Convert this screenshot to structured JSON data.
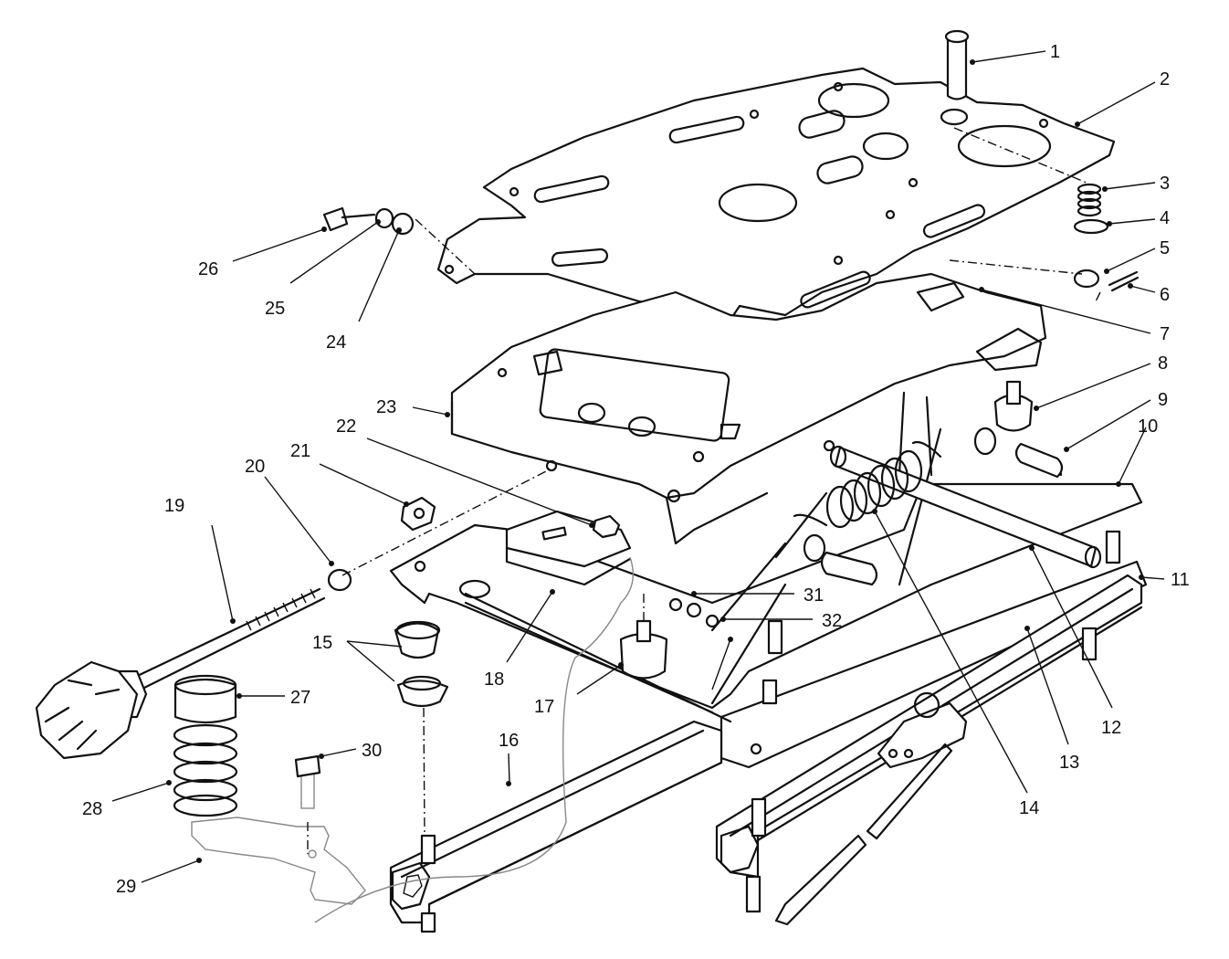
{
  "callouts": [
    {
      "id": "c1",
      "label": "1"
    },
    {
      "id": "c2",
      "label": "2"
    },
    {
      "id": "c3",
      "label": "3"
    },
    {
      "id": "c4",
      "label": "4"
    },
    {
      "id": "c5",
      "label": "5"
    },
    {
      "id": "c6",
      "label": "6"
    },
    {
      "id": "c7",
      "label": "7"
    },
    {
      "id": "c8",
      "label": "8"
    },
    {
      "id": "c9",
      "label": "9"
    },
    {
      "id": "c10",
      "label": "10"
    },
    {
      "id": "c11",
      "label": "11"
    },
    {
      "id": "c12",
      "label": "12"
    },
    {
      "id": "c13",
      "label": "13"
    },
    {
      "id": "c14",
      "label": "14"
    },
    {
      "id": "c15",
      "label": "15"
    },
    {
      "id": "c16",
      "label": "16"
    },
    {
      "id": "c17",
      "label": "17"
    },
    {
      "id": "c18",
      "label": "18"
    },
    {
      "id": "c19",
      "label": "19"
    },
    {
      "id": "c20",
      "label": "20"
    },
    {
      "id": "c21",
      "label": "21"
    },
    {
      "id": "c22",
      "label": "22"
    },
    {
      "id": "c23",
      "label": "23"
    },
    {
      "id": "c24",
      "label": "24"
    },
    {
      "id": "c25",
      "label": "25"
    },
    {
      "id": "c26",
      "label": "26"
    },
    {
      "id": "c27",
      "label": "27"
    },
    {
      "id": "c28",
      "label": "28"
    },
    {
      "id": "c29",
      "label": "29"
    },
    {
      "id": "c30",
      "label": "30"
    },
    {
      "id": "c31",
      "label": "31"
    },
    {
      "id": "c32",
      "label": "32"
    }
  ]
}
